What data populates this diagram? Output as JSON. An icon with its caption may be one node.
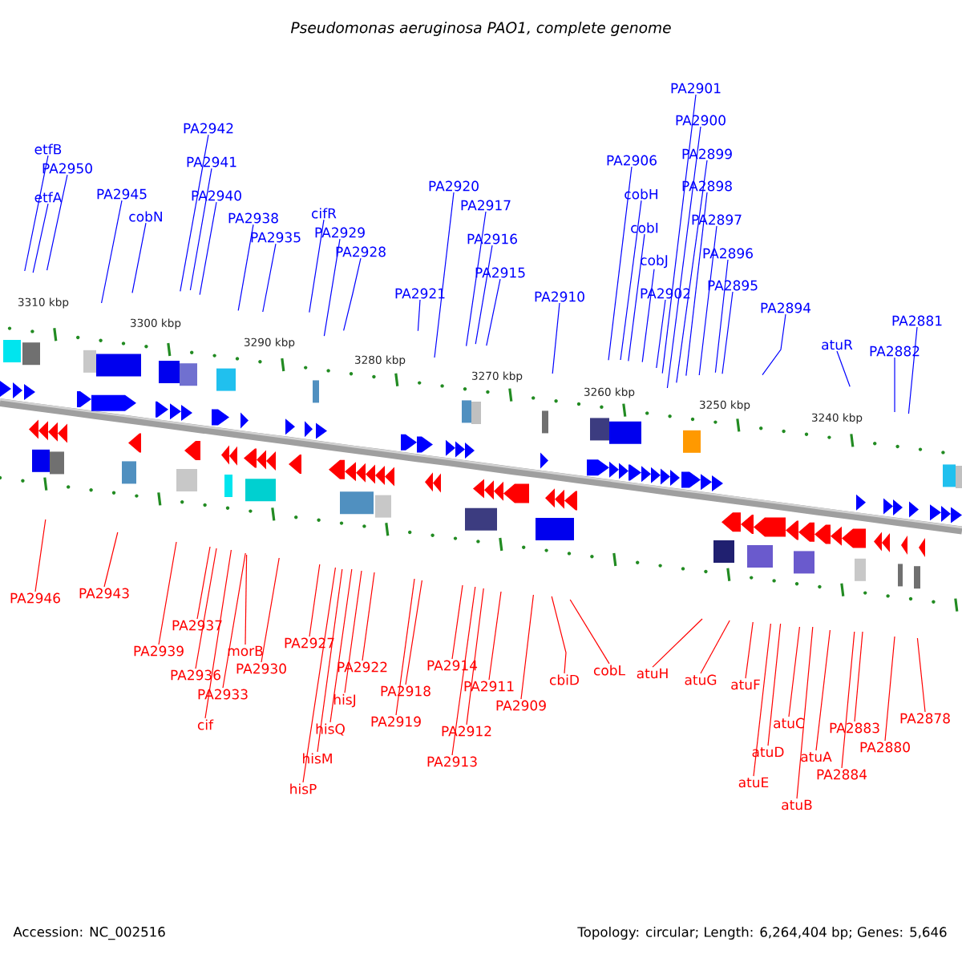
{
  "diagram": {
    "title": "Pseudomonas aeruginosa PAO1, complete genome",
    "nodes": [
      {
        "text": [
          "etfB"
        ]
      },
      {
        "text": [
          "PA2950"
        ]
      },
      {
        "text": [
          "etfA"
        ]
      },
      {
        "text": [
          "PA2945"
        ]
      },
      {
        "text": [
          "cobN"
        ]
      },
      {
        "text": [
          "PA2942"
        ]
      },
      {
        "text": [
          "PA2941"
        ]
      },
      {
        "text": [
          "PA2940"
        ]
      },
      {
        "text": [
          "PA2938"
        ]
      },
      {
        "text": [
          "PA2935"
        ]
      },
      {
        "text": [
          "cifR"
        ]
      },
      {
        "text": [
          "PA2929"
        ]
      },
      {
        "text": [
          "PA2928"
        ]
      },
      {
        "text": [
          "PA2921"
        ]
      },
      {
        "text": [
          "PA2920"
        ]
      },
      {
        "text": [
          "PA2917"
        ]
      },
      {
        "text": [
          "PA2916"
        ]
      },
      {
        "text": [
          "PA2915"
        ]
      },
      {
        "text": [
          "PA2910"
        ]
      },
      {
        "text": [
          "PA2906"
        ]
      },
      {
        "text": [
          "cobH"
        ]
      },
      {
        "text": [
          "cobI"
        ]
      },
      {
        "text": [
          "cobJ"
        ]
      },
      {
        "text": [
          "PA2902"
        ]
      },
      {
        "text": [
          "PA2901"
        ]
      },
      {
        "text": [
          "PA2900"
        ]
      },
      {
        "text": [
          "PA2899"
        ]
      },
      {
        "text": [
          "PA2898"
        ]
      },
      {
        "text": [
          "PA2897"
        ]
      },
      {
        "text": [
          "PA2896"
        ]
      },
      {
        "text": [
          "PA2895"
        ]
      },
      {
        "text": [
          "PA2894"
        ]
      },
      {
        "text": [
          "atuR"
        ]
      },
      {
        "text": [
          "PA2882"
        ]
      },
      {
        "text": [
          "PA2881"
        ]
      },
      {
        "text": [
          "PA2946"
        ]
      },
      {
        "text": [
          "PA2943"
        ]
      },
      {
        "text": [
          "PA2939"
        ]
      },
      {
        "text": [
          "PA2937"
        ]
      },
      {
        "text": [
          "PA2936"
        ]
      },
      {
        "text": [
          "PA2933"
        ]
      },
      {
        "text": [
          "cif"
        ]
      },
      {
        "text": [
          "morB"
        ]
      },
      {
        "text": [
          "PA2930"
        ]
      },
      {
        "text": [
          "PA2927"
        ]
      },
      {
        "text": [
          "hisP"
        ]
      },
      {
        "text": [
          "hisM"
        ]
      },
      {
        "text": [
          "hisQ"
        ]
      },
      {
        "text": [
          "hisJ"
        ]
      },
      {
        "text": [
          "PA2922"
        ]
      },
      {
        "text": [
          "PA2919"
        ]
      },
      {
        "text": [
          "PA2918"
        ]
      },
      {
        "text": [
          "PA2914"
        ]
      },
      {
        "text": [
          "PA2913"
        ]
      },
      {
        "text": [
          "PA2912"
        ]
      },
      {
        "text": [
          "PA2911"
        ]
      },
      {
        "text": [
          "PA2909"
        ]
      },
      {
        "text": [
          "cbiD"
        ]
      },
      {
        "text": [
          "cobL"
        ]
      },
      {
        "text": [
          "atuH"
        ]
      },
      {
        "text": [
          "atuG"
        ]
      },
      {
        "text": [
          "atuF"
        ]
      },
      {
        "text": [
          "atuE"
        ]
      },
      {
        "text": [
          "atuD"
        ]
      },
      {
        "text": [
          "atuC"
        ]
      },
      {
        "text": [
          "atuB"
        ]
      },
      {
        "text": [
          "atuA"
        ]
      },
      {
        "text": [
          "PA2884"
        ]
      },
      {
        "text": [
          "PA2883"
        ]
      },
      {
        "text": [
          "PA2880"
        ]
      },
      {
        "text": [
          "PA2878"
        ]
      }
    ],
    "edges": [
      {
        "from": 0,
        "to": null,
        "arrow": "none",
        "color": "#0000ff"
      },
      {
        "from": 1,
        "to": null,
        "arrow": "none",
        "color": "#0000ff"
      },
      {
        "from": 2,
        "to": null,
        "arrow": "none",
        "color": "#0000ff"
      },
      {
        "from": 3,
        "to": null,
        "arrow": "none",
        "color": "#0000ff"
      },
      {
        "from": 4,
        "to": null,
        "arrow": "none",
        "color": "#0000ff"
      },
      {
        "from": 5,
        "to": null,
        "arrow": "none",
        "color": "#0000ff"
      },
      {
        "from": 6,
        "to": null,
        "arrow": "none",
        "color": "#0000ff"
      },
      {
        "from": 7,
        "to": null,
        "arrow": "none",
        "color": "#0000ff"
      },
      {
        "from": 8,
        "to": null,
        "arrow": "none",
        "color": "#0000ff"
      },
      {
        "from": 9,
        "to": null,
        "arrow": "none",
        "color": "#0000ff"
      },
      {
        "from": 10,
        "to": null,
        "arrow": "none",
        "color": "#0000ff"
      },
      {
        "from": 11,
        "to": null,
        "arrow": "none",
        "color": "#0000ff"
      },
      {
        "from": 12,
        "to": null,
        "arrow": "none",
        "color": "#0000ff"
      },
      {
        "from": 13,
        "to": null,
        "arrow": "none",
        "color": "#0000ff"
      },
      {
        "from": 14,
        "to": null,
        "arrow": "none",
        "color": "#0000ff"
      },
      {
        "from": 15,
        "to": null,
        "arrow": "none",
        "color": "#0000ff"
      },
      {
        "from": 16,
        "to": null,
        "arrow": "none",
        "color": "#0000ff"
      },
      {
        "from": 17,
        "to": null,
        "arrow": "none",
        "color": "#0000ff"
      },
      {
        "from": 18,
        "to": null,
        "arrow": "none",
        "color": "#0000ff"
      },
      {
        "from": 19,
        "to": null,
        "arrow": "none",
        "color": "#0000ff"
      },
      {
        "from": 20,
        "to": null,
        "arrow": "none",
        "color": "#0000ff"
      },
      {
        "from": 21,
        "to": null,
        "arrow": "none",
        "color": "#0000ff"
      },
      {
        "from": 22,
        "to": null,
        "arrow": "none",
        "color": "#0000ff"
      },
      {
        "from": 23,
        "to": null,
        "arrow": "none",
        "color": "#0000ff"
      },
      {
        "from": 24,
        "to": null,
        "arrow": "none",
        "color": "#0000ff"
      },
      {
        "from": 25,
        "to": null,
        "arrow": "none",
        "color": "#0000ff"
      },
      {
        "from": 26,
        "to": null,
        "arrow": "none",
        "color": "#0000ff"
      },
      {
        "from": 27,
        "to": null,
        "arrow": "none",
        "color": "#0000ff"
      },
      {
        "from": 28,
        "to": null,
        "arrow": "none",
        "color": "#0000ff"
      },
      {
        "from": 29,
        "to": null,
        "arrow": "none",
        "color": "#0000ff"
      },
      {
        "from": 30,
        "to": null,
        "arrow": "none",
        "color": "#0000ff"
      },
      {
        "from": 31,
        "to": null,
        "arrow": "none",
        "color": "#0000ff"
      },
      {
        "from": 32,
        "to": null,
        "arrow": "none",
        "color": "#0000ff"
      },
      {
        "from": 33,
        "to": null,
        "arrow": "none",
        "color": "#0000ff"
      },
      {
        "from": 34,
        "to": null,
        "arrow": "none",
        "color": "#0000ff"
      },
      {
        "from": 35,
        "to": null,
        "arrow": "none",
        "color": "#ff0000"
      },
      {
        "from": 36,
        "to": null,
        "arrow": "none",
        "color": "#ff0000"
      },
      {
        "from": 37,
        "to": null,
        "arrow": "none",
        "color": "#ff0000"
      },
      {
        "from": 38,
        "to": null,
        "arrow": "none",
        "color": "#ff0000"
      },
      {
        "from": 39,
        "to": null,
        "arrow": "none",
        "color": "#ff0000"
      },
      {
        "from": 40,
        "to": null,
        "arrow": "none",
        "color": "#ff0000"
      },
      {
        "from": 41,
        "to": null,
        "arrow": "none",
        "color": "#ff0000"
      },
      {
        "from": 42,
        "to": null,
        "arrow": "none",
        "color": "#ff0000"
      },
      {
        "from": 43,
        "to": null,
        "arrow": "none",
        "color": "#ff0000"
      },
      {
        "from": 44,
        "to": null,
        "arrow": "none",
        "color": "#ff0000"
      },
      {
        "from": 45,
        "to": null,
        "arrow": "none",
        "color": "#ff0000"
      },
      {
        "from": 46,
        "to": null,
        "arrow": "none",
        "color": "#ff0000"
      },
      {
        "from": 47,
        "to": null,
        "arrow": "none",
        "color": "#ff0000"
      },
      {
        "from": 48,
        "to": null,
        "arrow": "none",
        "color": "#ff0000"
      },
      {
        "from": 49,
        "to": null,
        "arrow": "none",
        "color": "#ff0000"
      },
      {
        "from": 50,
        "to": null,
        "arrow": "none",
        "color": "#ff0000"
      },
      {
        "from": 51,
        "to": null,
        "arrow": "none",
        "color": "#ff0000"
      },
      {
        "from": 52,
        "to": null,
        "arrow": "none",
        "color": "#ff0000"
      },
      {
        "from": 53,
        "to": null,
        "arrow": "none",
        "color": "#ff0000"
      },
      {
        "from": 54,
        "to": null,
        "arrow": "none",
        "color": "#ff0000"
      },
      {
        "from": 55,
        "to": null,
        "arrow": "none",
        "color": "#ff0000"
      },
      {
        "from": 56,
        "to": null,
        "arrow": "none",
        "color": "#ff0000"
      },
      {
        "from": 57,
        "to": null,
        "arrow": "none",
        "color": "#ff0000"
      },
      {
        "from": 58,
        "to": null,
        "arrow": "none",
        "color": "#ff0000"
      },
      {
        "from": 59,
        "to": null,
        "arrow": "none",
        "color": "#ff0000"
      },
      {
        "from": 60,
        "to": null,
        "arrow": "none",
        "color": "#ff0000"
      },
      {
        "from": 61,
        "to": null,
        "arrow": "none",
        "color": "#ff0000"
      },
      {
        "from": 62,
        "to": null,
        "arrow": "none",
        "color": "#ff0000"
      },
      {
        "from": 63,
        "to": null,
        "arrow": "none",
        "color": "#ff0000"
      },
      {
        "from": 64,
        "to": null,
        "arrow": "none",
        "color": "#ff0000"
      },
      {
        "from": 65,
        "to": null,
        "arrow": "none",
        "color": "#ff0000"
      },
      {
        "from": 66,
        "to": null,
        "arrow": "none",
        "color": "#ff0000"
      },
      {
        "from": 67,
        "to": null,
        "arrow": "none",
        "color": "#ff0000"
      },
      {
        "from": 68,
        "to": null,
        "arrow": "none",
        "color": "#ff0000"
      },
      {
        "from": 69,
        "to": null,
        "arrow": "none",
        "color": "#ff0000"
      },
      {
        "from": 70,
        "to": null,
        "arrow": "none",
        "color": "#ff0000"
      }
    ],
    "labels": [
      "3310 kbp",
      "3300 kbp",
      "3290 kbp",
      "3280 kbp",
      "3270 kbp",
      "3260 kbp",
      "3250 kbp",
      "3240 kbp",
      "Accession: NC_002516",
      "Topology: circular; Length: 6,264,404 bp; Genes: 5,646"
    ]
  }
}
